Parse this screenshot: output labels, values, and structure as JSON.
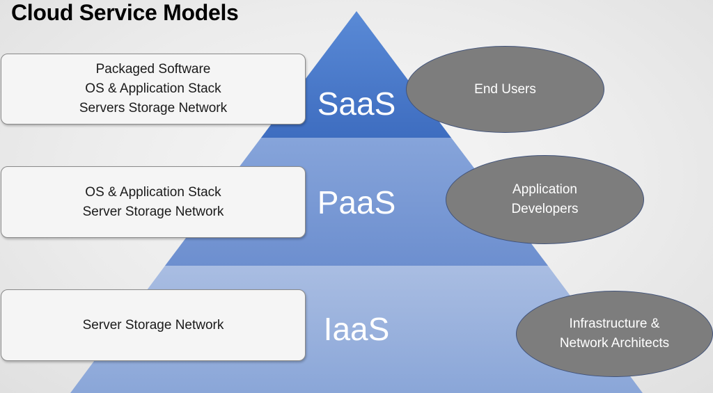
{
  "title": "Cloud Service Models",
  "tiers": [
    {
      "label": "SaaS",
      "description_lines": [
        "Packaged Software",
        "OS & Application Stack",
        "Servers Storage Network"
      ],
      "audience_lines": [
        "End Users"
      ],
      "color": "#4a78c8"
    },
    {
      "label": "PaaS",
      "description_lines": [
        "OS & Application Stack",
        "Server Storage Network"
      ],
      "audience_lines": [
        "Application",
        "Developers"
      ],
      "color": "#7898d4"
    },
    {
      "label": "IaaS",
      "description_lines": [
        "Server Storage Network"
      ],
      "audience_lines": [
        "Infrastructure &",
        "Network Architects"
      ],
      "color": "#9db3de"
    }
  ],
  "colors": {
    "box_background": "#f5f5f5",
    "oval_fill": "#7d7d7d",
    "oval_border": "#40527a"
  }
}
